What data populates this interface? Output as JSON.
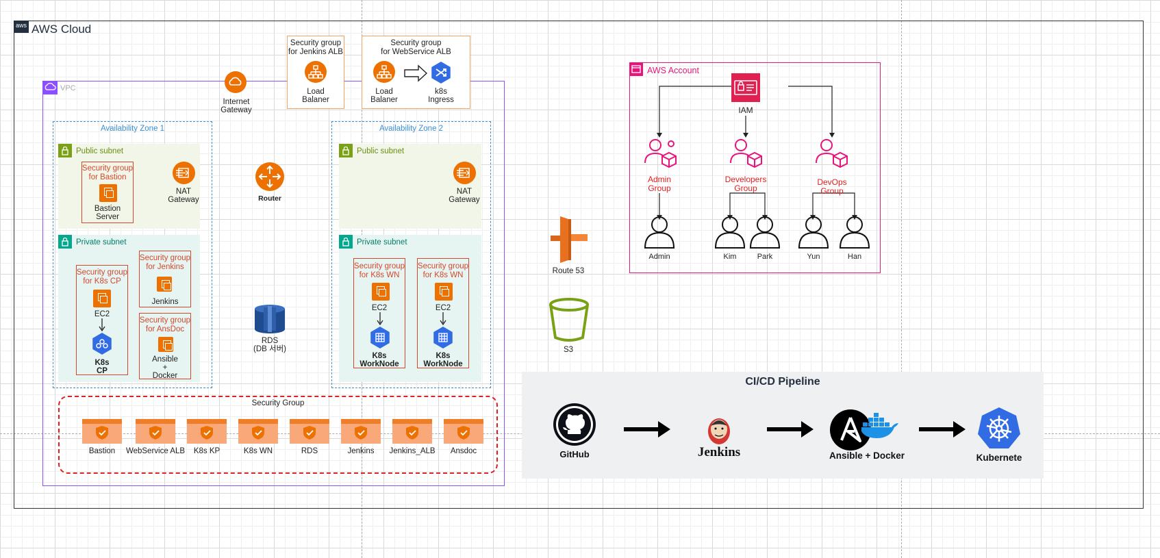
{
  "cloud": {
    "title": "AWS Cloud",
    "logo_text": "aws"
  },
  "vpc": {
    "label": "VPC"
  },
  "internet_gateway": {
    "label": "Internet Gateway",
    "line1": "Internet",
    "line2": "Gateway"
  },
  "sg_jenkins_alb": {
    "line1": "Security group",
    "line2": "for Jenkins ALB",
    "lb_line1": "Load",
    "lb_line2": "Balaner"
  },
  "sg_web_alb": {
    "line1": "Security group",
    "line2": "for WebService ALB",
    "lb_line1": "Load",
    "lb_line2": "Balaner",
    "ingress_line1": "k8s",
    "ingress_line2": "Ingress"
  },
  "az1": {
    "title": "Availability Zone 1",
    "public_subnet": "Public subnet",
    "private_subnet": "Private subnet",
    "sg_bastion": {
      "line1": "Security group",
      "line2": "for Bastion",
      "label1": "Bastion",
      "label2": "Server"
    },
    "nat": {
      "line1": "NAT",
      "line2": "Gateway"
    },
    "sg_k8s_cp": {
      "line1": "Security group",
      "line2": "for K8s CP",
      "ec2": "EC2",
      "k8s1": "K8s",
      "k8s2": "CP"
    },
    "sg_jenkins": {
      "line1": "Security group",
      "line2": "for Jenkins",
      "label": "Jenkins"
    },
    "sg_ansdoc": {
      "line1": "Security group",
      "line2": "for AnsDoc",
      "label1": "Ansible",
      "label2": "+",
      "label3": "Docker"
    }
  },
  "router": {
    "label": "Router"
  },
  "rds": {
    "line1": "RDS",
    "line2": "(DB 서버)"
  },
  "az2": {
    "title": "Availability Zone 2",
    "public_subnet": "Public subnet",
    "private_subnet": "Private subnet",
    "nat": {
      "line1": "NAT",
      "line2": "Gateway"
    },
    "wn1": {
      "line1": "Security group",
      "line2": "for K8s WN",
      "ec2": "EC2",
      "k1": "K8s",
      "k2": "WorkNode"
    },
    "wn2": {
      "line1": "Security group",
      "line2": "for K8s WN",
      "ec2": "EC2",
      "k1": "K8s",
      "k2": "WorkNode"
    }
  },
  "security_group_strip": {
    "title": "Security Group",
    "items": [
      "Bastion",
      "WebService ALB",
      "K8s KP",
      "K8s WN",
      "RDS",
      "Jenkins",
      "Jenkins_ALB",
      "Ansdoc"
    ]
  },
  "route53": {
    "label": "Route 53"
  },
  "s3": {
    "label": "S3"
  },
  "aws_account": {
    "title": "AWS Account",
    "iam": "IAM",
    "admin_group": {
      "line1": "Admin",
      "line2": "Group"
    },
    "developers_group": {
      "line1": "Developers",
      "line2": "Group"
    },
    "devops_group": {
      "line1": "DevOps",
      "line2": "Group"
    },
    "users": [
      "Admin",
      "Kim",
      "Park",
      "Yun",
      "Han"
    ]
  },
  "pipeline": {
    "title": "CI/CD Pipeline",
    "github": "GitHub",
    "jenkins": "Jenkins",
    "ansible_docker": "Ansible + Docker",
    "kubernetes": "Kubernete"
  },
  "colors": {
    "aws_orange": "#ed7100",
    "sg_red": "#d4472b",
    "vpc_purple": "#8c4fff",
    "account_pink": "#e7157b",
    "k8s_blue": "#326ce5",
    "public_green": "#7aa116",
    "private_teal": "#01a88d"
  }
}
